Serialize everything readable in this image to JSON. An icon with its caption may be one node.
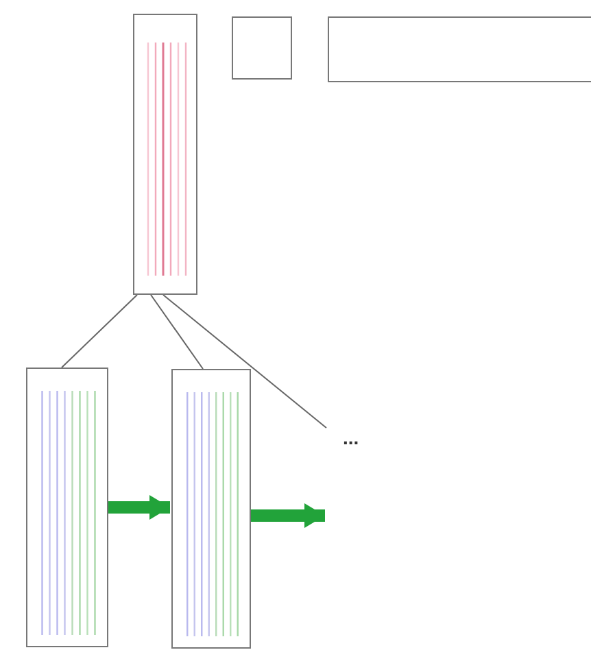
{
  "diagram": {
    "nodes": [
      {
        "text": [],
        "shape": "box"
      },
      {
        "text": [],
        "shape": "box"
      },
      {
        "text": [],
        "shape": "box"
      },
      {
        "text": [],
        "shape": "box"
      },
      {
        "text": [],
        "shape": "box"
      },
      {
        "text": [
          "..."
        ]
      }
    ],
    "edges": [
      {
        "from": 0,
        "to": 3,
        "arrow": "none"
      },
      {
        "from": 0,
        "to": 4,
        "arrow": "none"
      },
      {
        "from": 0,
        "to": 5,
        "arrow": "none"
      },
      {
        "from": 3,
        "to": 4,
        "arrow": "to",
        "style": "thick",
        "color": "#22a33a"
      },
      {
        "from": 4,
        "to": 5,
        "arrow": "to",
        "style": "thick",
        "color": "#22a33a"
      }
    ]
  }
}
